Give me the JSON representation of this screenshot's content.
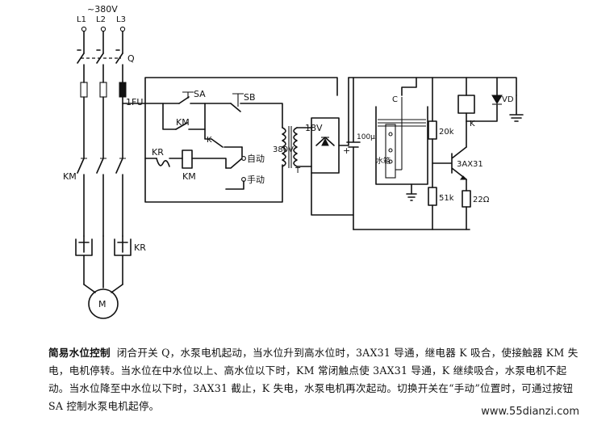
{
  "labels": {
    "supply": "~380V",
    "l1": "L1",
    "l2": "L2",
    "l3": "L3",
    "q": "Q",
    "fu": "1FU",
    "sa": "SA",
    "sb": "SB",
    "km_contact": "KM",
    "k_contact": "K",
    "kr_contact": "KR",
    "km_coil": "KM",
    "auto": "自动",
    "manual": "手动",
    "v380": "380V",
    "t": "T",
    "v18": "18V",
    "plus": "+",
    "cap": "100μ",
    "c_probe": "C",
    "tank": "水箱",
    "r20k": "20k",
    "r51k": "51k",
    "r22": "22Ω",
    "k_relay": "K",
    "vd": "VD",
    "transistor": "3AX31",
    "km_main": "KM",
    "kr_thermal": "KR",
    "motor": "M"
  },
  "caption": {
    "title": "简易水位控制",
    "body": "闭合开关 Q，水泵电机起动，当水位升到高水位时，3AX31 导通，继电器 K 吸合，使接触器 KM 失电，电机停转。当水位在中水位以上、高水位以下时，KM 常闭触点使 3AX31 导通，K 继续吸合，水泵电机不起动。当水位降至中水位以下时，3AX31 截止，K 失电，水泵电机再次起动。切换开关在“手动”位置时，可通过按钮 SA 控制水泵电机起停。"
  },
  "watermark": "www.55dianzi.com"
}
